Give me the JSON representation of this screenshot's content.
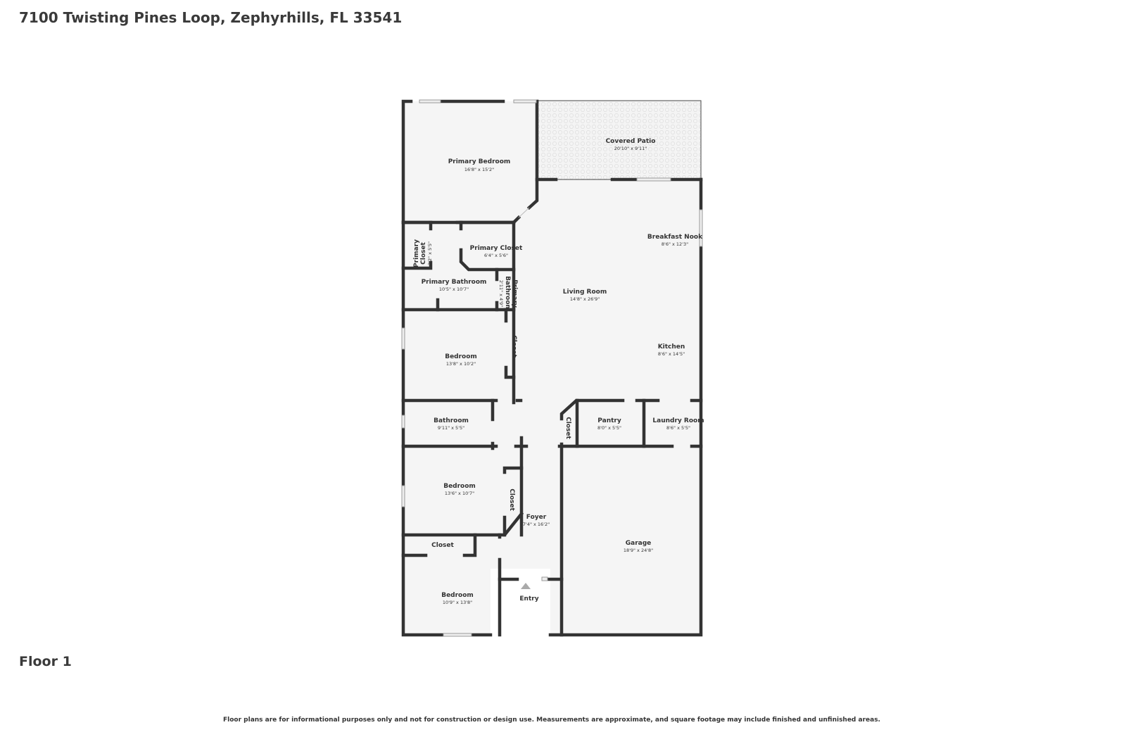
{
  "address": "7100 Twisting Pines Loop, Zephyrhills, FL 33541",
  "floor_label": "Floor 1",
  "disclaimer": "Floor plans are for informational purposes only and not for construction or design use. Measurements are approximate, and square footage may include finished and unfinished areas.",
  "rooms": {
    "primary_bedroom": {
      "name": "Primary Bedroom",
      "dims": "16'8\" x 15'2\""
    },
    "covered_patio": {
      "name": "Covered Patio",
      "dims": "20'10\" x 9'11\""
    },
    "breakfast_nook": {
      "name": "Breakfast Nook",
      "dims": "8'6\" x 12'3\""
    },
    "primary_closet_small": {
      "name_line1": "Primary",
      "name_line2": "Closet",
      "dims": "3'2\" x 5'5\""
    },
    "primary_closet": {
      "name": "Primary Closet",
      "dims": "6'4\" x 5'6\""
    },
    "primary_bathroom": {
      "name": "Primary Bathroom",
      "dims": "10'5\" x 10'7\""
    },
    "primary_bathroom_small": {
      "name_line1": "Primary",
      "name_line2": "Bathroom",
      "dims": "2'11\" x 4'9\""
    },
    "living_room": {
      "name": "Living Room",
      "dims": "14'8\" x 26'9\""
    },
    "kitchen": {
      "name": "Kitchen",
      "dims": "8'6\" x 14'5\""
    },
    "bedroom_1": {
      "name": "Bedroom",
      "dims": "13'8\" x 10'2\""
    },
    "closet_1": {
      "name": "Closet"
    },
    "bathroom": {
      "name": "Bathroom",
      "dims": "9'11\" x 5'5\""
    },
    "closet_2": {
      "name": "Closet"
    },
    "pantry": {
      "name": "Pantry",
      "dims": "8'0\" x 5'5\""
    },
    "laundry": {
      "name": "Laundry Room",
      "dims": "8'6\" x 5'5\""
    },
    "bedroom_2": {
      "name": "Bedroom",
      "dims": "13'6\" x 10'7\""
    },
    "closet_3": {
      "name": "Closet"
    },
    "foyer": {
      "name": "Foyer",
      "dims": "7'4\" x 16'2\""
    },
    "garage": {
      "name": "Garage",
      "dims": "18'9\" x 24'8\""
    },
    "closet_4": {
      "name": "Closet"
    },
    "bedroom_3": {
      "name": "Bedroom",
      "dims": "10'9\" x 13'8\""
    },
    "entry": {
      "name": "Entry"
    }
  }
}
